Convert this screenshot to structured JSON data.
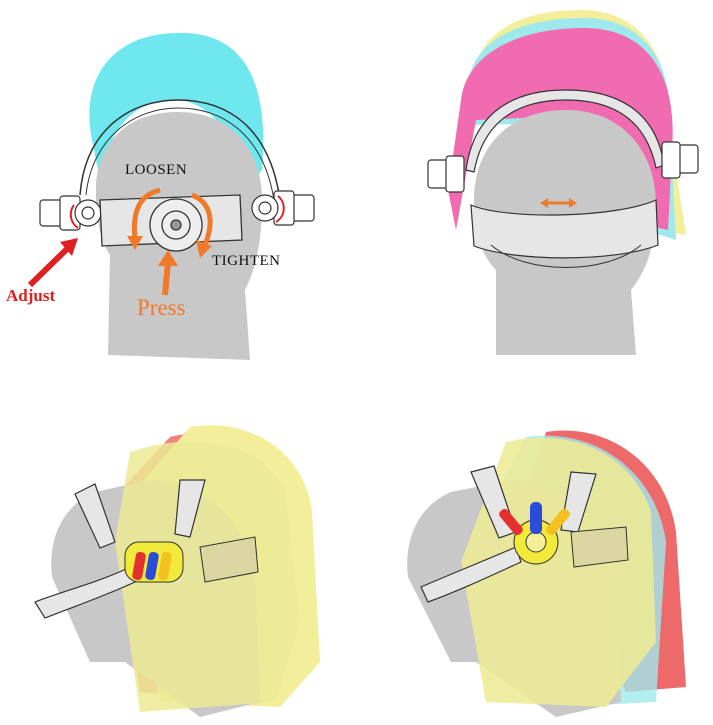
{
  "labels": {
    "loosen": "LOOSEN",
    "tighten": "TIGHTEN",
    "adjust": "Adjust",
    "press": "Press"
  },
  "colors": {
    "head": "#c8c8c8",
    "shield_cyan": "#6ee7ef",
    "shield_pink": "#f06bb0",
    "shield_yellow": "#f2ee9a",
    "shield_red": "#ee6a6a",
    "arrow_orange": "#f07a2a",
    "arrow_red": "#e02020",
    "lever_red": "#e53030",
    "lever_blue": "#2a4cd8",
    "lever_yellow": "#f2c020"
  },
  "panels": [
    {
      "id": "rear-view-adjust",
      "icon": "head-rear-view"
    },
    {
      "id": "rear-view-strap",
      "icon": "head-rear-view"
    },
    {
      "id": "side-view-levers-down",
      "icon": "head-side-view"
    },
    {
      "id": "side-view-levers-up",
      "icon": "head-side-view"
    }
  ]
}
